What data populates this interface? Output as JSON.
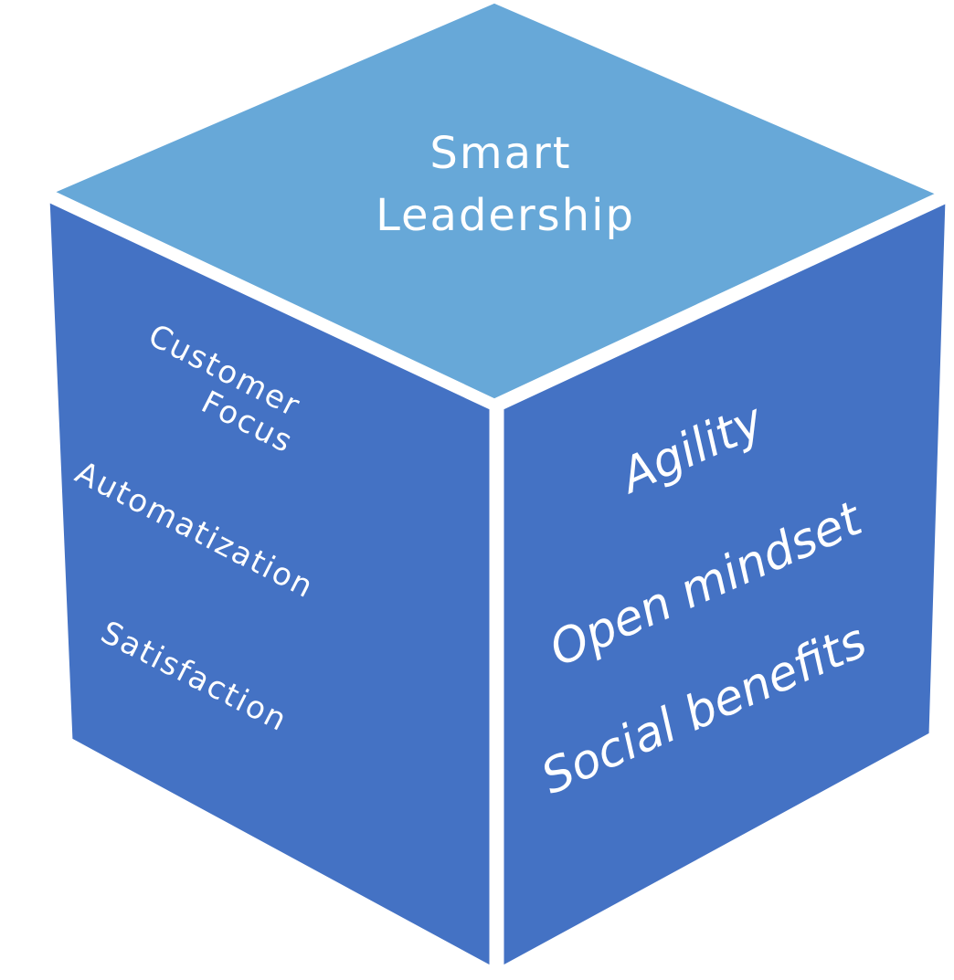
{
  "colors": {
    "top_face": "#67A8D8",
    "side_face": "#4472C4",
    "edge": "#FFFFFF",
    "text": "#FFFFFF"
  },
  "cube": {
    "top": {
      "lines": [
        "Smart",
        "Leadership"
      ]
    },
    "left": {
      "items": [
        "Customer",
        "Focus",
        "Automatization",
        "Satisfaction"
      ]
    },
    "right": {
      "items": [
        "Agility",
        "Open mindset",
        "Social benefits"
      ]
    }
  }
}
